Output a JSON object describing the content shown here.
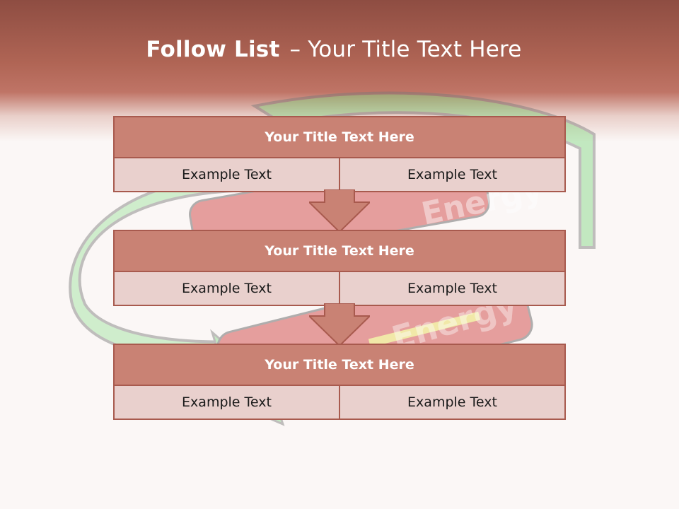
{
  "slide": {
    "title_bold": "Follow List",
    "title_sep": "–",
    "title_rest": "Your Title Text Here"
  },
  "blocks": [
    {
      "title": "Your Title Text Here",
      "left": "Example Text",
      "right": "Example Text"
    },
    {
      "title": "Your Title Text Here",
      "left": "Example Text",
      "right": "Example Text"
    },
    {
      "title": "Your Title Text Here",
      "left": "Example Text",
      "right": "Example Text"
    }
  ],
  "background": {
    "battery_label": "Energy",
    "colors": {
      "accent": "#c98274",
      "border": "#a85a4e",
      "cell": "#e9d0cd",
      "band": "#b06555",
      "ring": "#7fd67f"
    }
  }
}
